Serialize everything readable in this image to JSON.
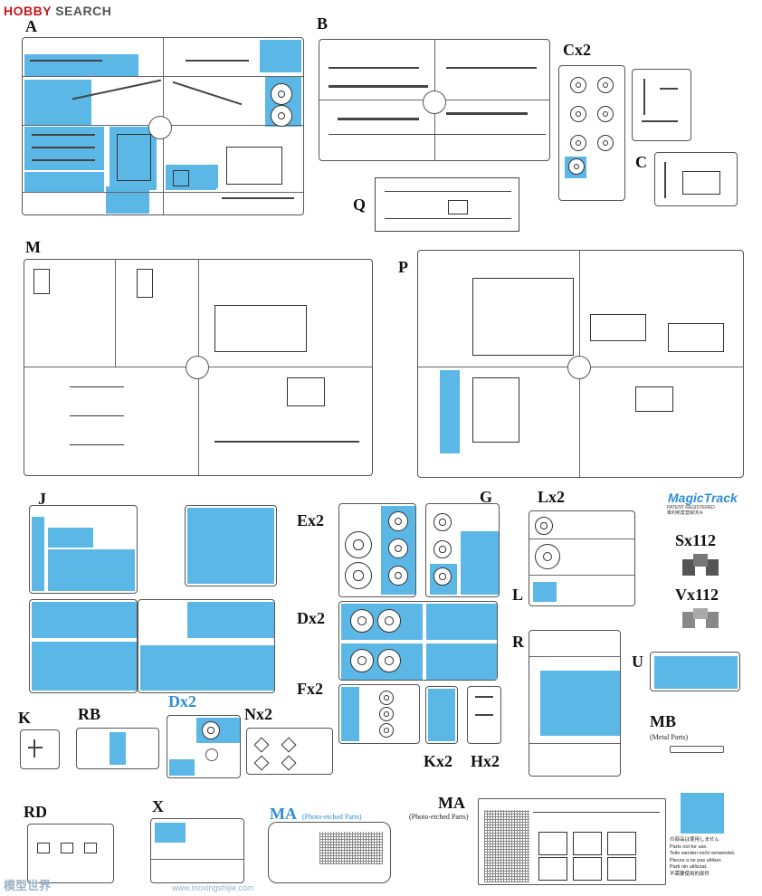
{
  "site_logo": {
    "prefix": "H",
    "brand": "OBBY",
    "search": " SEARCH"
  },
  "watermark": {
    "text": "模型世界",
    "url": "www.moxingshijie.com"
  },
  "sprues": {
    "A": "A",
    "B": "B",
    "Cx2": "Cx2",
    "C": "C",
    "Q": "Q",
    "M": "M",
    "P": "P",
    "J": "J",
    "Ex2": "Ex2",
    "G": "G",
    "Lx2": "Lx2",
    "L": "L",
    "Dx2": "Dx2",
    "Fx2": "Fx2",
    "R": "R",
    "U": "U",
    "K": "K",
    "RB": "RB",
    "Dx2_blue": "Dx2",
    "Nx2": "Nx2",
    "Kx2": "Kx2",
    "Hx2": "Hx2",
    "MB": "MB",
    "RD": "RD",
    "X": "X",
    "MA_blue": "MA",
    "MA": "MA"
  },
  "sprue_subtitles": {
    "MB": "(Metal Parts)",
    "MA_blue": "(Photo-etched Parts)",
    "MA": "(Photo-etched Parts)"
  },
  "magic_track": {
    "logo": "MagicTrack",
    "patent": "PATENT REGISTERED",
    "patent_cn": "專利新案登録済み",
    "sx": "Sx112",
    "vx": "Vx112"
  },
  "legend": {
    "lines": [
      "の部品は使用しません",
      "Parts not for use.",
      "Teile werden nicht verwendet.",
      "Pieces a ne pas utiliser.",
      "Parti nin utilizzat.",
      "不需要使用的部件"
    ]
  },
  "colors": {
    "highlight": "#5bb7e6",
    "accent_blue": "#2f8dd3",
    "logo_red": "#c8151b"
  }
}
